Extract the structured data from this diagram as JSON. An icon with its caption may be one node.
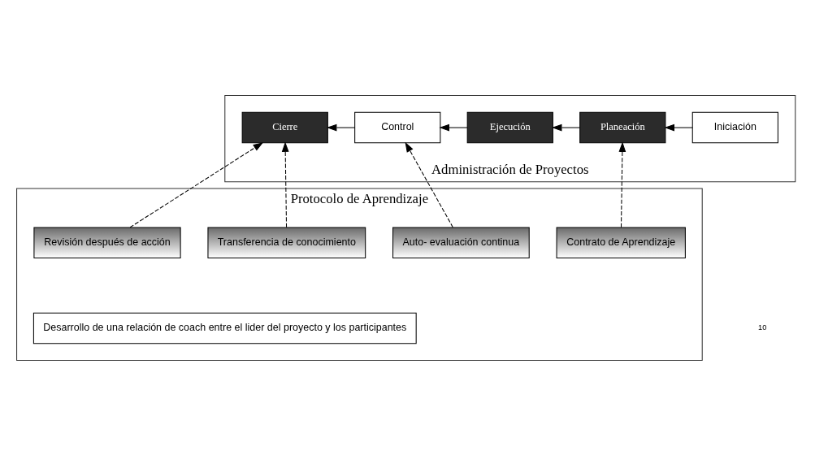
{
  "diagram": {
    "nodes": [
      {
        "text": [
          "Administración de Proyectos"
        ]
      },
      {
        "text": [
          "Iniciación"
        ],
        "in": 0
      },
      {
        "text": [
          "Planeación"
        ],
        "in": 0
      },
      {
        "text": [
          "Ejecución"
        ],
        "in": 0
      },
      {
        "text": [
          "Control"
        ],
        "in": 0
      },
      {
        "text": [
          "Cierre"
        ],
        "in": 0
      },
      {
        "text": [
          "Protocolo de Aprendizaje"
        ]
      },
      {
        "text": [
          "Contrato de Aprendizaje"
        ],
        "in": 6
      },
      {
        "text": [
          "Auto- evaluación continua"
        ],
        "in": 6
      },
      {
        "text": [
          "Revisión después de acción"
        ],
        "in": 6
      },
      {
        "text": [
          "Transferencia de conocimiento"
        ],
        "in": 6
      },
      {
        "text": [
          "Desarrollo de una relación de coach entre el lider del proyecto y los participantes"
        ],
        "in": 6
      }
    ],
    "edges": [
      {
        "from": 1,
        "to": 2,
        "arrow": "to"
      },
      {
        "from": 2,
        "to": 3,
        "arrow": "to"
      },
      {
        "from": 3,
        "to": 4,
        "arrow": "to"
      },
      {
        "from": 4,
        "to": 5,
        "arrow": "to"
      },
      {
        "from": 7,
        "to": 2,
        "arrow": "to",
        "style": "dashed"
      },
      {
        "from": 8,
        "to": 4,
        "arrow": "to",
        "style": "dashed"
      },
      {
        "from": 9,
        "to": 5,
        "arrow": "to",
        "style": "dashed"
      },
      {
        "from": 10,
        "to": 5,
        "arrow": "to",
        "style": "dashed"
      }
    ],
    "labels": [
      "10"
    ]
  }
}
